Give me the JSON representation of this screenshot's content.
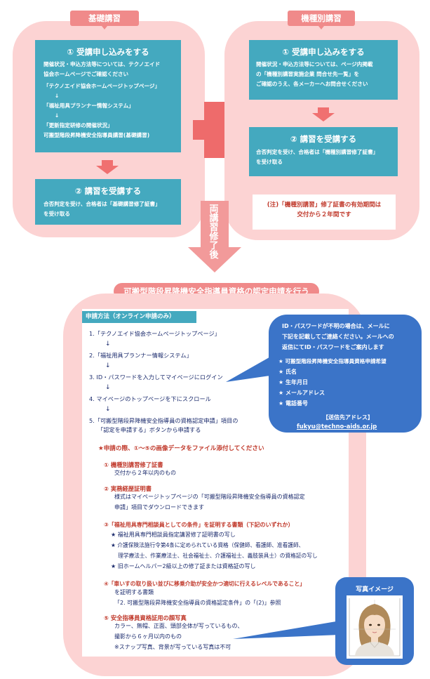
{
  "left": {
    "tag": "基礎講習",
    "box1": {
      "heading": "① 受講申し込みをする",
      "lines": [
        "開催状況・申込方法等については、テクノエイド",
        "協会ホームページでご確認ください",
        "「テクノエイド協会ホームページトップページ」",
        "↓",
        "「福祉用具プランナー情報システム」",
        "↓",
        "「更新指定研修の開催状況」",
        "可搬型階段昇降機安全指導員講習(基礎講習)"
      ]
    },
    "box2": {
      "heading": "② 講習を受講する",
      "lines": [
        "合否判定を受け、合格者は「基礎講習修了証書」",
        "を受け取る"
      ]
    }
  },
  "right": {
    "tag": "機種別講習",
    "box1": {
      "heading": "① 受講申し込みをする",
      "lines": [
        "開催状況・申込方法等については、ページ内掲載",
        "の「機種別講習実施企業 問合せ先一覧」を",
        "ご確認のうえ、各メーカーへお問合せください"
      ]
    },
    "box2": {
      "heading": "② 講習を受講する",
      "lines": [
        "合否判定を受け、合格者は「機種別講習修了証書」",
        "を受け取る"
      ]
    },
    "note": [
      "(注)「機種別講習」修了証書の有効期間は",
      "交付から２年間です"
    ]
  },
  "arrow_text": "両講習修了後",
  "main_title": "可搬型階段昇降機安全指導員資格の認定申請を行う",
  "method": {
    "tag": "申請方法（オンライン申請のみ）",
    "steps": [
      "1.「テクノエイド協会ホームページトップページ」",
      "2.「福祉用具プランナー情報システム」",
      "3. ID・パスワードを入力してマイページにログイン",
      "4. マイページのトップページを下にスクロール",
      "5.「可搬型階段昇降機安全指導員の資格認定申請」項目の",
      "「認定を申請する」ボタンから申請する"
    ],
    "arrow": "↓"
  },
  "callout": {
    "lines": [
      "ID・パスワードが不明の場合は、メールに",
      "下記を記載してご連絡ください。メールへの",
      "返信にてID・パスワードをご案内します"
    ],
    "items": [
      "★ 可搬型階段昇降機安全指導員資格申請希望",
      "★ 氏名",
      "★ 生年月日",
      "★ メールアドレス",
      "★ 電話番号"
    ],
    "contact_label": "【送信先アドレス】",
    "email": "fukyu@techno-aids.or.jp"
  },
  "requirements": {
    "title": "★申請の際、①〜⑤の画像データをファイル添付してください",
    "items": [
      {
        "head": "① 機種別講習修了証書",
        "body": [
          "交付から２年以内のもの"
        ]
      },
      {
        "head": "② 実務経歴証明書",
        "body": [
          "様式はマイページトップページの「可搬型階段昇降機安全指導員の資格認定",
          "申請」項目でダウンロードできます"
        ]
      },
      {
        "head": "③「福祉用具専門相談員としての条件」を証明する書類（下記のいずれか）",
        "body": [
          "★ 福祉用具専門相談員指定講習修了証明書の写し",
          "★ 介護保険法施行令第4条に定められている資格（保健師、看護師、准看護師、",
          "　 理学療法士、作業療法士、社会福祉士、介護福祉士、義肢装具士）の資格証の写し",
          "★ 旧ホームヘルパー2級以上の修了証または資格証の写し"
        ]
      },
      {
        "head": "④「車いすの取り扱い並びに移乗介助が安全かつ適切に行えるレベルであること」",
        "body": [
          "を証明する書類",
          "「2. 可搬型階段昇降機安全指導員の資格認定条件」の「(2)」参照"
        ]
      },
      {
        "head": "⑤ 安全指導員資格証用の顔写真",
        "body": [
          "カラー、無帽、正面、頭部全体が写っているもの、",
          "撮影から６ヶ月以内のもの",
          "※スナップ写真、背景が写っている写真は不可"
        ]
      }
    ]
  },
  "photo": {
    "title": "写真イメージ"
  },
  "colors": {
    "panel": "#fcd3d3",
    "tag": "#f08a8a",
    "teal": "#44a9bf",
    "blue": "#3b74c8",
    "red": "#c0392b"
  }
}
